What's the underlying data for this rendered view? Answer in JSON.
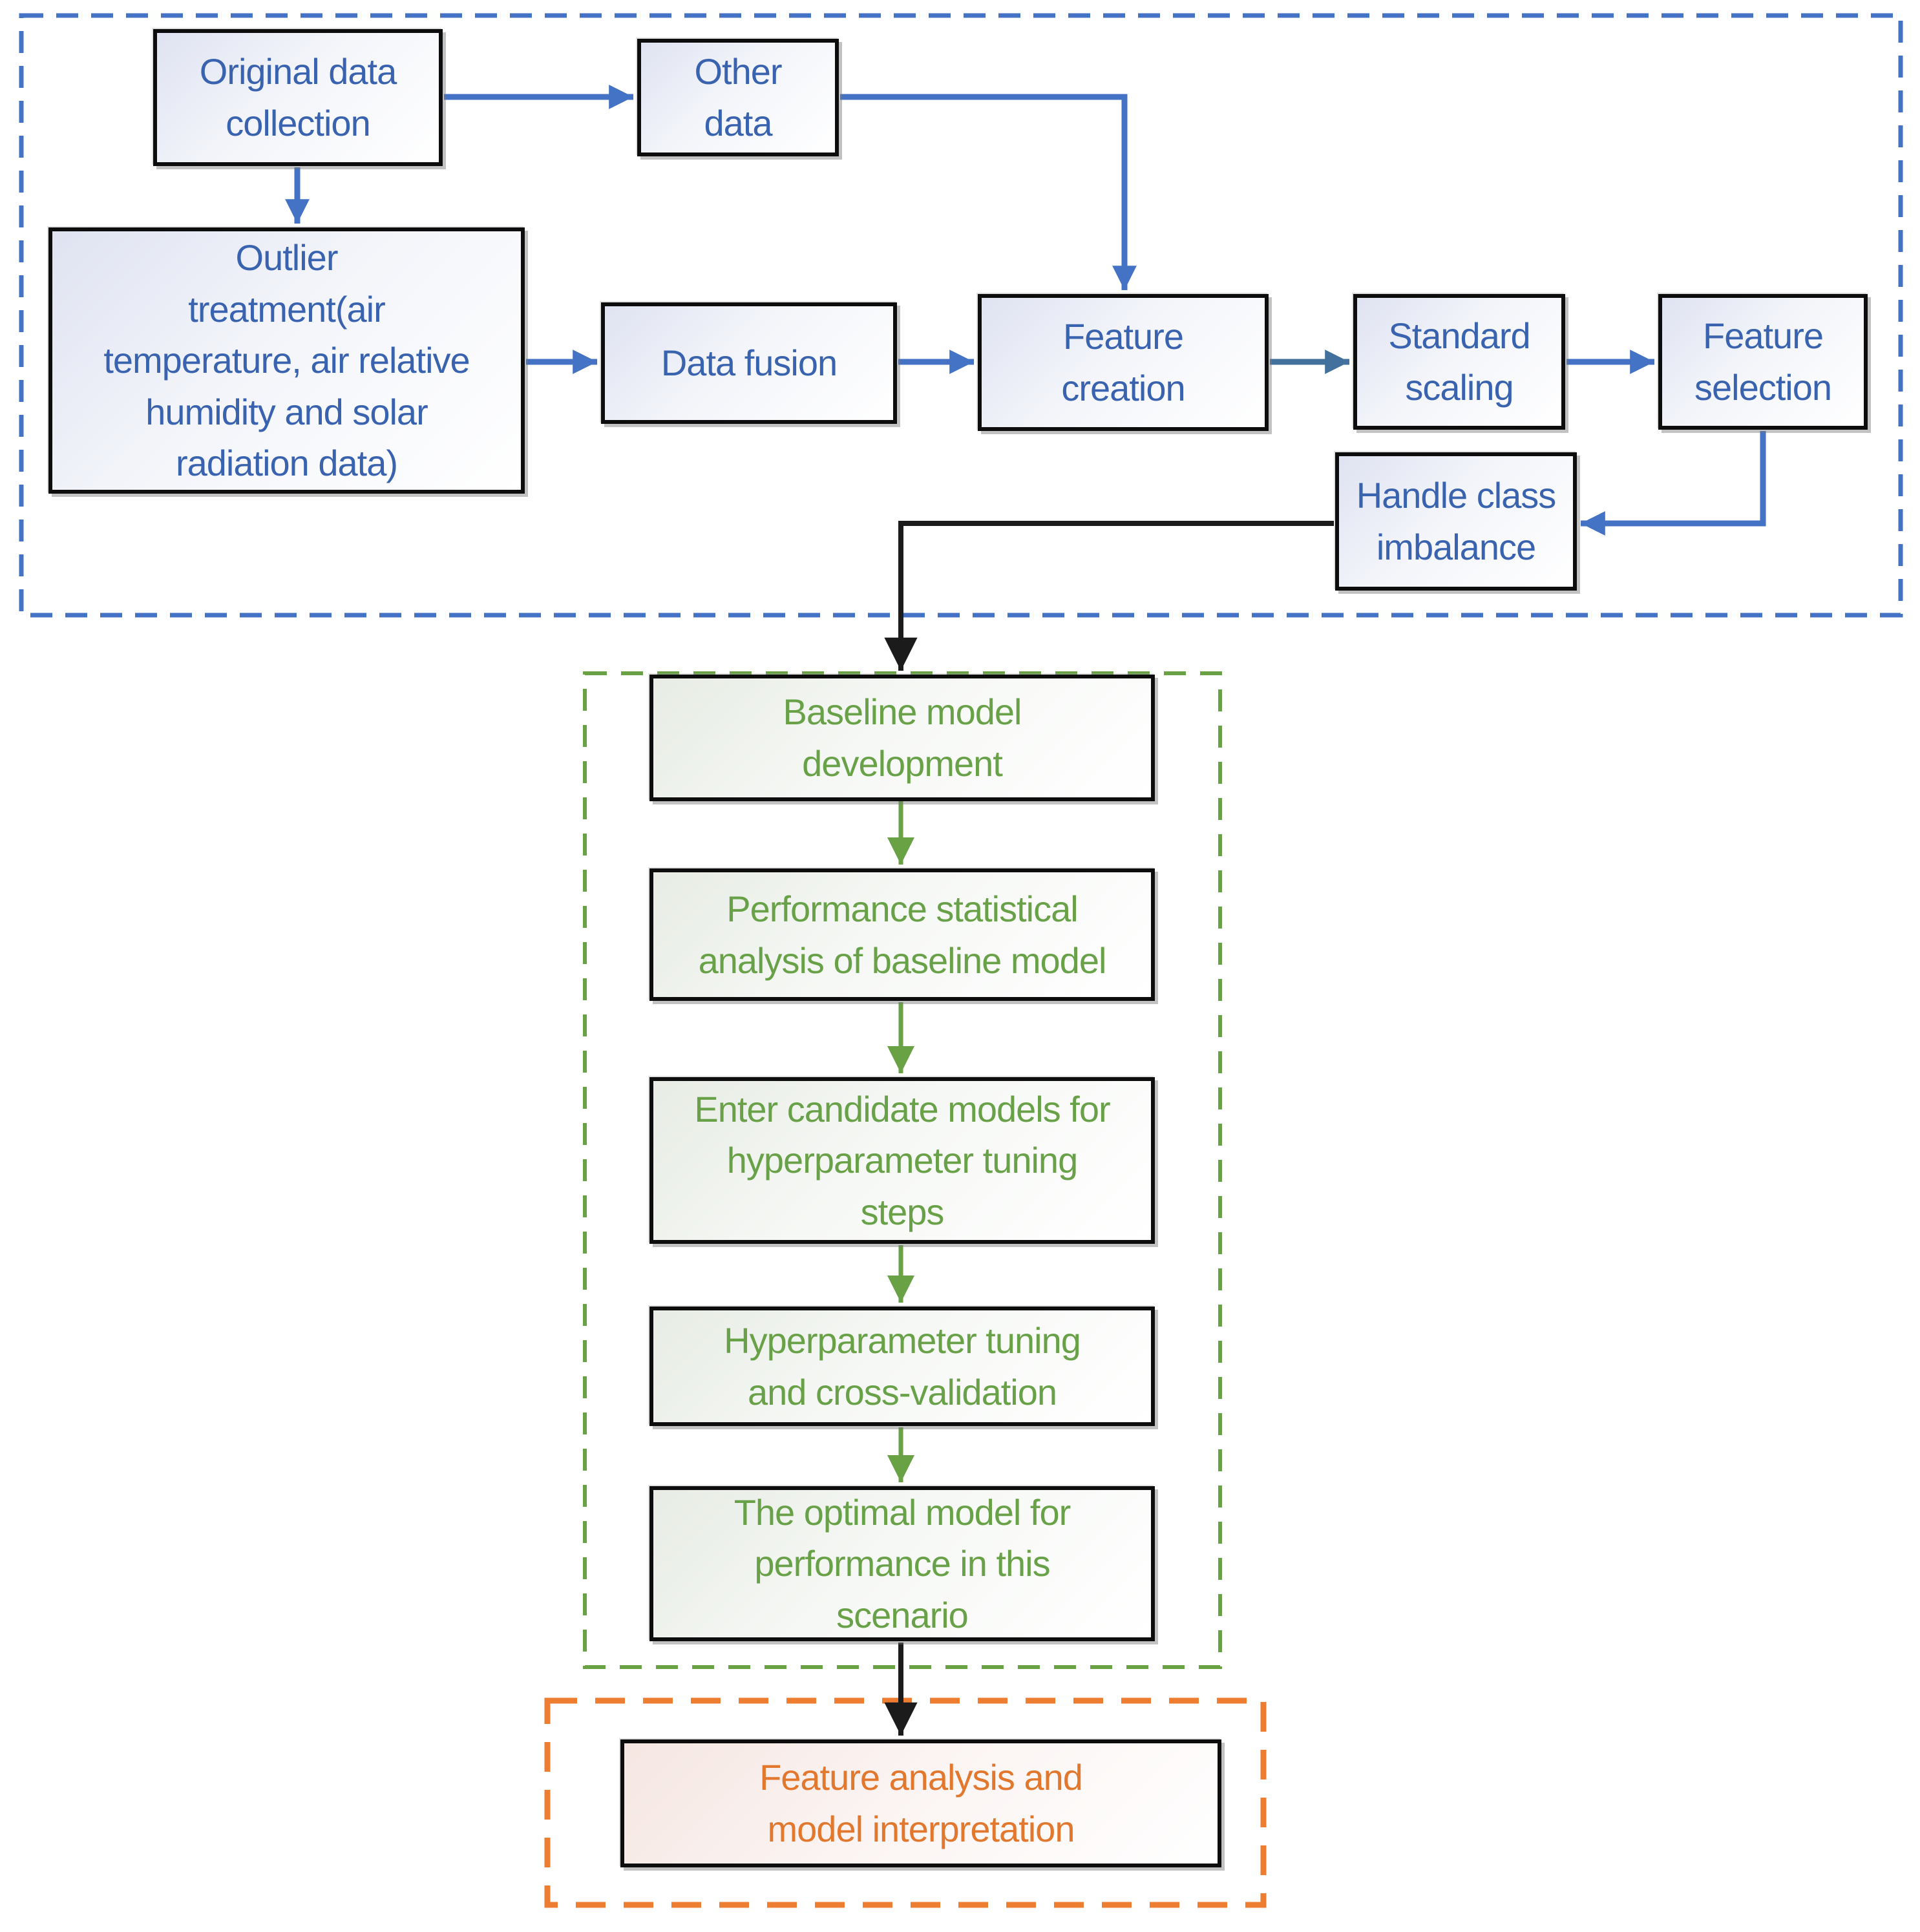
{
  "diagram": {
    "title": "Machine learning workflow flowchart",
    "type": "flowchart"
  },
  "colors": {
    "section_data_preparation_border": "#4472C4",
    "section_model_development_border": "#69A244",
    "section_interpretation_border": "#ED7D31",
    "blue_text": "#3A63AF",
    "green_text": "#68A148",
    "orange_text": "#E2772E",
    "arrow_blue": "#4472C4",
    "arrow_steel_blue": "#41719C",
    "arrow_green": "#69A244",
    "arrow_black": "#1B1B1B",
    "node_border": "#0D0D0D"
  },
  "nodes": {
    "original_data": {
      "label": "Original data\ncollection"
    },
    "other_data": {
      "label": "Other\ndata"
    },
    "outlier_treatment": {
      "label": "Outlier\ntreatment(air\ntemperature, air relative\nhumidity and solar\nradiation data)"
    },
    "data_fusion": {
      "label": "Data fusion"
    },
    "feature_creation": {
      "label": "Feature\ncreation"
    },
    "standard_scaling": {
      "label": "Standard\nscaling"
    },
    "feature_selection": {
      "label": "Feature\nselection"
    },
    "handle_class_imbalance": {
      "label": "Handle class\nimbalance"
    },
    "baseline_model": {
      "label": "Baseline model\ndevelopment"
    },
    "performance_analysis": {
      "label": "Performance statistical\nanalysis of baseline model"
    },
    "enter_candidate_models": {
      "label": "Enter candidate models for\nhyperparameter tuning\nsteps"
    },
    "hyperparameter_tuning": {
      "label": "Hyperparameter tuning\nand cross-validation"
    },
    "optimal_model": {
      "label": "The optimal model for\nperformance in this\nscenario"
    },
    "feature_analysis": {
      "label": "Feature analysis and\nmodel interpretation"
    }
  }
}
